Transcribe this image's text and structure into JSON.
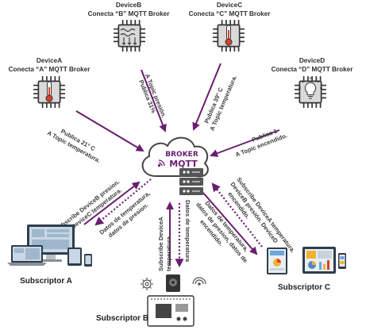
{
  "colors": {
    "arrow": "#6a1e6e",
    "chip_body": "#d9d9d9",
    "chip_border": "#333333",
    "thermo_red": "#d6402c",
    "broker_text": "#6a1e6e",
    "text": "#3a3a3a"
  },
  "devices": [
    {
      "id": "A",
      "name": "DeviceA",
      "connect": "Conecta “A” MQTT Broker",
      "icon": "thermometer-icon"
    },
    {
      "id": "B",
      "name": "DeviceB",
      "connect": "Conecta “B” MQTT Broker",
      "icon": "pressure-waves-icon"
    },
    {
      "id": "C",
      "name": "DeviceC",
      "connect": "Conecta “C” MQTT Broker",
      "icon": "thermometer-icon"
    },
    {
      "id": "D",
      "name": "DeviceD",
      "connect": "Conecta “D” MQTT Broker",
      "icon": "lightbulb-icon"
    }
  ],
  "broker": {
    "title": "BROKER",
    "brand": "MQTT",
    "icon": "cloud-server-icon"
  },
  "publish_labels": {
    "A": {
      "line1": "Publica 21° C",
      "line2": "A Topic temperatura."
    },
    "B": {
      "line1": "Publica 31%",
      "line2": "A Topic presión."
    },
    "C": {
      "line1": "Publica 39° C",
      "line2": "A Topic temperatura."
    },
    "D": {
      "line1": "Publica 1",
      "line2": "A Topic encendido."
    }
  },
  "subscribe_labels": {
    "A": {
      "line1": "Subscribe DeviceB presion.",
      "line2": "DeviceC temperatura."
    },
    "B": {
      "line1": "Subscribe  DeviceA",
      "line2": "temperatura."
    },
    "C": {
      "line1": "Subscribe  DeviceA temperatura.",
      "line2": "DeviceB presión.  DeviceD",
      "line3": "encendido."
    }
  },
  "data_labels": {
    "A": {
      "line1": "Datos de temperatura,",
      "line2": "datos de presion."
    },
    "B": {
      "line1": "Datos de temperatura"
    },
    "C": {
      "line1": "Datos de temperatura,",
      "line2": "datos de presion, datos de",
      "line3": "encendido."
    }
  },
  "subscribers": [
    {
      "id": "A",
      "name": "Subscriptor A",
      "icon": "computer-devices-icon"
    },
    {
      "id": "B",
      "name": "Subscriptor B",
      "icon": "embedded-board-icon"
    },
    {
      "id": "C",
      "name": "Subscriptor C",
      "icon": "dashboard-devices-icon"
    }
  ]
}
